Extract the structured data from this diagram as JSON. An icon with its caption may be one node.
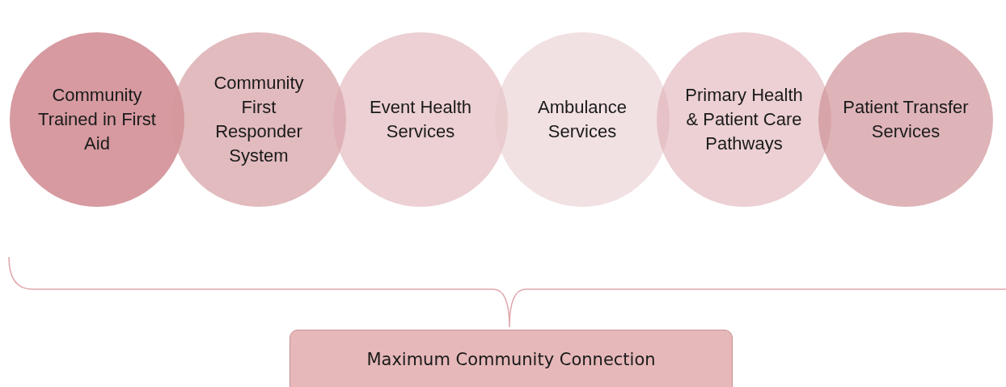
{
  "diagram": {
    "nodes": [
      {
        "text": [
          "Community Trained in First Aid"
        ]
      },
      {
        "text": [
          "Community First Responder System"
        ]
      },
      {
        "text": [
          "Event Health Services"
        ]
      },
      {
        "text": [
          "Ambulance Services"
        ]
      },
      {
        "text": [
          "Primary Health & Patient Care Pathways"
        ]
      },
      {
        "text": [
          "Patient Transfer Services"
        ]
      },
      {
        "text": [
          "Maximum Community Connection"
        ]
      }
    ],
    "edges": []
  }
}
